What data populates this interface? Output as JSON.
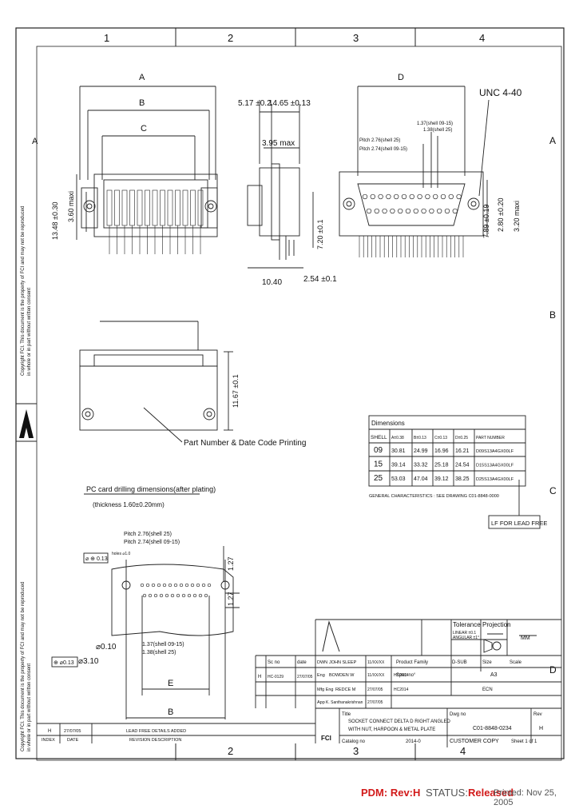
{
  "zones": {
    "cols": [
      "1",
      "2",
      "3",
      "4"
    ],
    "rows": [
      "A",
      "B",
      "C",
      "D"
    ]
  },
  "front_view": {
    "dim_a": "A",
    "dim_b": "B",
    "dim_c": "C",
    "h1": "13.48 ±0.30",
    "h2": "3.60 maxi"
  },
  "side_view": {
    "d1": "5.17 ±0.2",
    "d2": "14.65 ±0.13",
    "d3": "3.95 max",
    "d4": "10.40",
    "d5": "2.54 ±0.1",
    "d6": "7.20 ±0.1"
  },
  "right_view": {
    "dim_d": "D",
    "unc": "UNC 4-40",
    "pitch1": "Pitch 2.76(shell 25)",
    "pitch2": "Pitch 2.74(shell 09-15)",
    "pitch3": "1.37(shell 09-15)",
    "pitch4": "1.38(shell 25)",
    "v1": "7.89 ±0.19",
    "v2": "2.80 ±0.20",
    "v3": "3.20 maxi"
  },
  "top_view": {
    "label": "Part Number & Date Code Printing",
    "dim": "11.67 ±0.1"
  },
  "pcb": {
    "title": "PC card drilling dimensions(after plating)",
    "thickness": "(thickness 1.60±0.20mm)",
    "pitch1": "Pitch 2.76(shell 25)",
    "pitch2": "Pitch 2.74(shell 09-15)",
    "hole": "⌀ ⊕ 0.13",
    "holes_lbl": "holes ⌀1.0",
    "dia1": "⌀0.10",
    "dia2": "⌀3.10",
    "dia3": "⊕ ⌀0.13",
    "p1": "1.37(shell 09-15)",
    "p2": "1.38(shell 25)",
    "d1": "1.27",
    "d2": "1.27",
    "dim_e": "E",
    "dim_b": "B"
  },
  "dim_table": {
    "title": "Dimensions",
    "headers": [
      "SHELL",
      "A±0.38",
      "B±0.13",
      "C±0.13",
      "D±0.25",
      "PART NUMBER"
    ],
    "rows": [
      [
        "09",
        "30.81",
        "24.99",
        "16.96",
        "16.21",
        "D09S13A4GX00LF"
      ],
      [
        "15",
        "39.14",
        "33.32",
        "25.18",
        "24.54",
        "D15S13A4GX00LF"
      ],
      [
        "25",
        "53.03",
        "47.04",
        "39.12",
        "38.25",
        "D25S13A4GX00LF"
      ]
    ],
    "note": "GENERAL CHARACTERISTICS : SEE DRAWING C01-8848-0000",
    "lf_label": "LF FOR LEAD FREE"
  },
  "title_block": {
    "tolerance": "Tolerance",
    "tol1": "LINEAR ±0.1",
    "tol2": "ANGULAR ±1°",
    "projection": "Projection",
    "unit": "MM",
    "scale_lbl": "Scale",
    "size_lbl": "Size",
    "size_val": "A3",
    "rev_h": "H",
    "rev_date": "27/07/05",
    "rev_desc": "LEAD FREE DETAILS ADDED",
    "hdr_index": "INDEX",
    "hdr_date": "DATE",
    "hdr_desc": "REVISION DESCRIPTION",
    "dwn": "DWN",
    "dwn_name": "JOHN SLEEP",
    "dwn_date": "11/XX/XX",
    "chk": "Eng",
    "chk_name": "BOWDEN W",
    "chk_date": "11/XX/XX",
    "ref": "Mfg Eng",
    "ref_name": "REDCE M",
    "ref_date": "27/07/05",
    "appr": "App",
    "appr_name": "K. Santhanakrishnan",
    "appr_date": "27/07/05",
    "product_family": "Product Family",
    "product_val": "D-SUB",
    "spec": "Spec no°",
    "ecn": "ECN",
    "ecn_no": "HC2014",
    "ecn_short": "HC2014",
    "sc_hdr": "Sc no",
    "date_hdr": "date",
    "sc_val": "HC-0129",
    "sc_date": "27/07/05",
    "title_lbl": "Title",
    "title1": "SOCKET CONNECT DELTA D RIGHT ANGLED",
    "title2": "WITH NUT, HARPOON & METAL PLATE",
    "dwg_lbl": "Dwg no",
    "dwg_no": "C01-8848-0234",
    "rev_lbl": "Rev",
    "rev_val": "H",
    "cat_lbl": "Catalog no",
    "cat_val": "2014-0",
    "customer": "CUSTOMER COPY",
    "sheet": "Sheet 1 of 1",
    "logo": "FCI"
  },
  "margin_text": {
    "left1": "Copyright FCI. This document is the property of FCI and may not be reproduced",
    "left2": "in whole or in part without written consent"
  },
  "footer": {
    "pdm": "PDM: Rev:H",
    "status_lbl": "STATUS:",
    "status_val": "Released",
    "printed": "Printed: Nov 25, 2005"
  },
  "colors": {
    "line": "#222222",
    "red": "#d21a1a"
  }
}
